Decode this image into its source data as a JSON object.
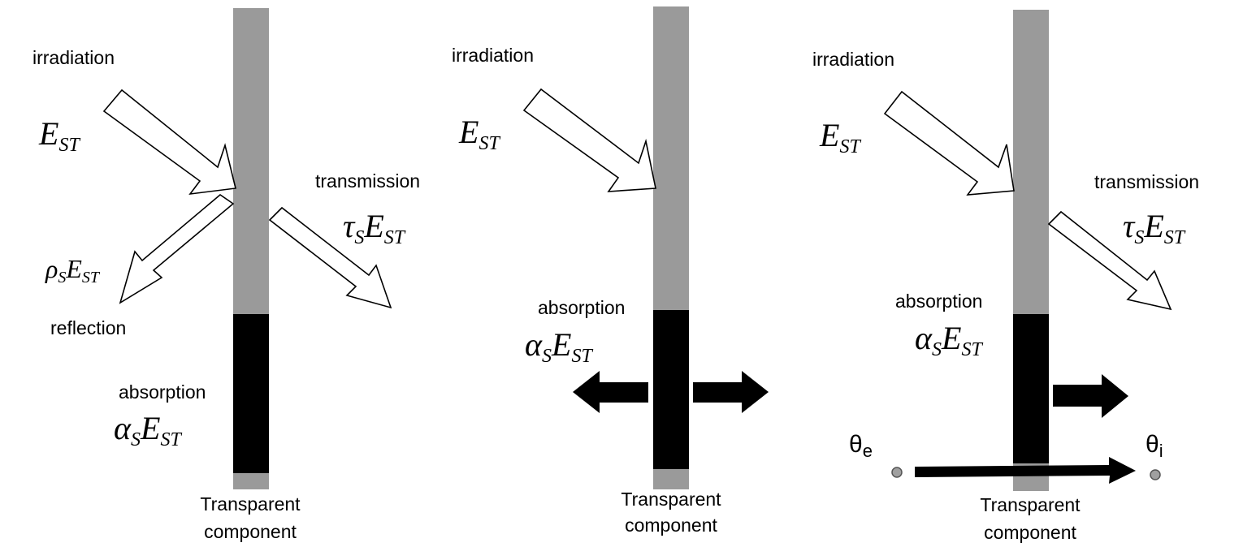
{
  "panels": [
    {
      "irradiation_label": "irradiation",
      "transmission_label": "transmission",
      "reflection_label": "reflection",
      "absorption_label": "absorption",
      "component_label_line1": "Transparent",
      "component_label_line2": "component"
    },
    {
      "irradiation_label": "irradiation",
      "absorption_label": "absorption",
      "component_label_line1": "Transparent",
      "component_label_line2": "component"
    },
    {
      "irradiation_label": "irradiation",
      "transmission_label": "transmission",
      "absorption_label": "absorption",
      "component_label_line1": "Transparent",
      "component_label_line2": "component"
    }
  ],
  "symbols": {
    "irradiance_main": "E",
    "irradiance_sub": "ST",
    "reflectance_main": "ρ",
    "transmittance_main": "τ",
    "absorptance_main": "α",
    "coef_sub": "S",
    "theta_main": "θ",
    "theta_external_sub": "e",
    "theta_internal_sub": "i"
  },
  "colors": {
    "pane_glass": "#9a9a9a",
    "absorbed_zone": "#000000",
    "arrow_outline": "#000000",
    "arrow_fill": "#ffffff",
    "background": "#ffffff"
  },
  "icons": [
    "radiation-arrow-icon",
    "heat-flow-arrow-icon",
    "temperature-node-icon"
  ]
}
